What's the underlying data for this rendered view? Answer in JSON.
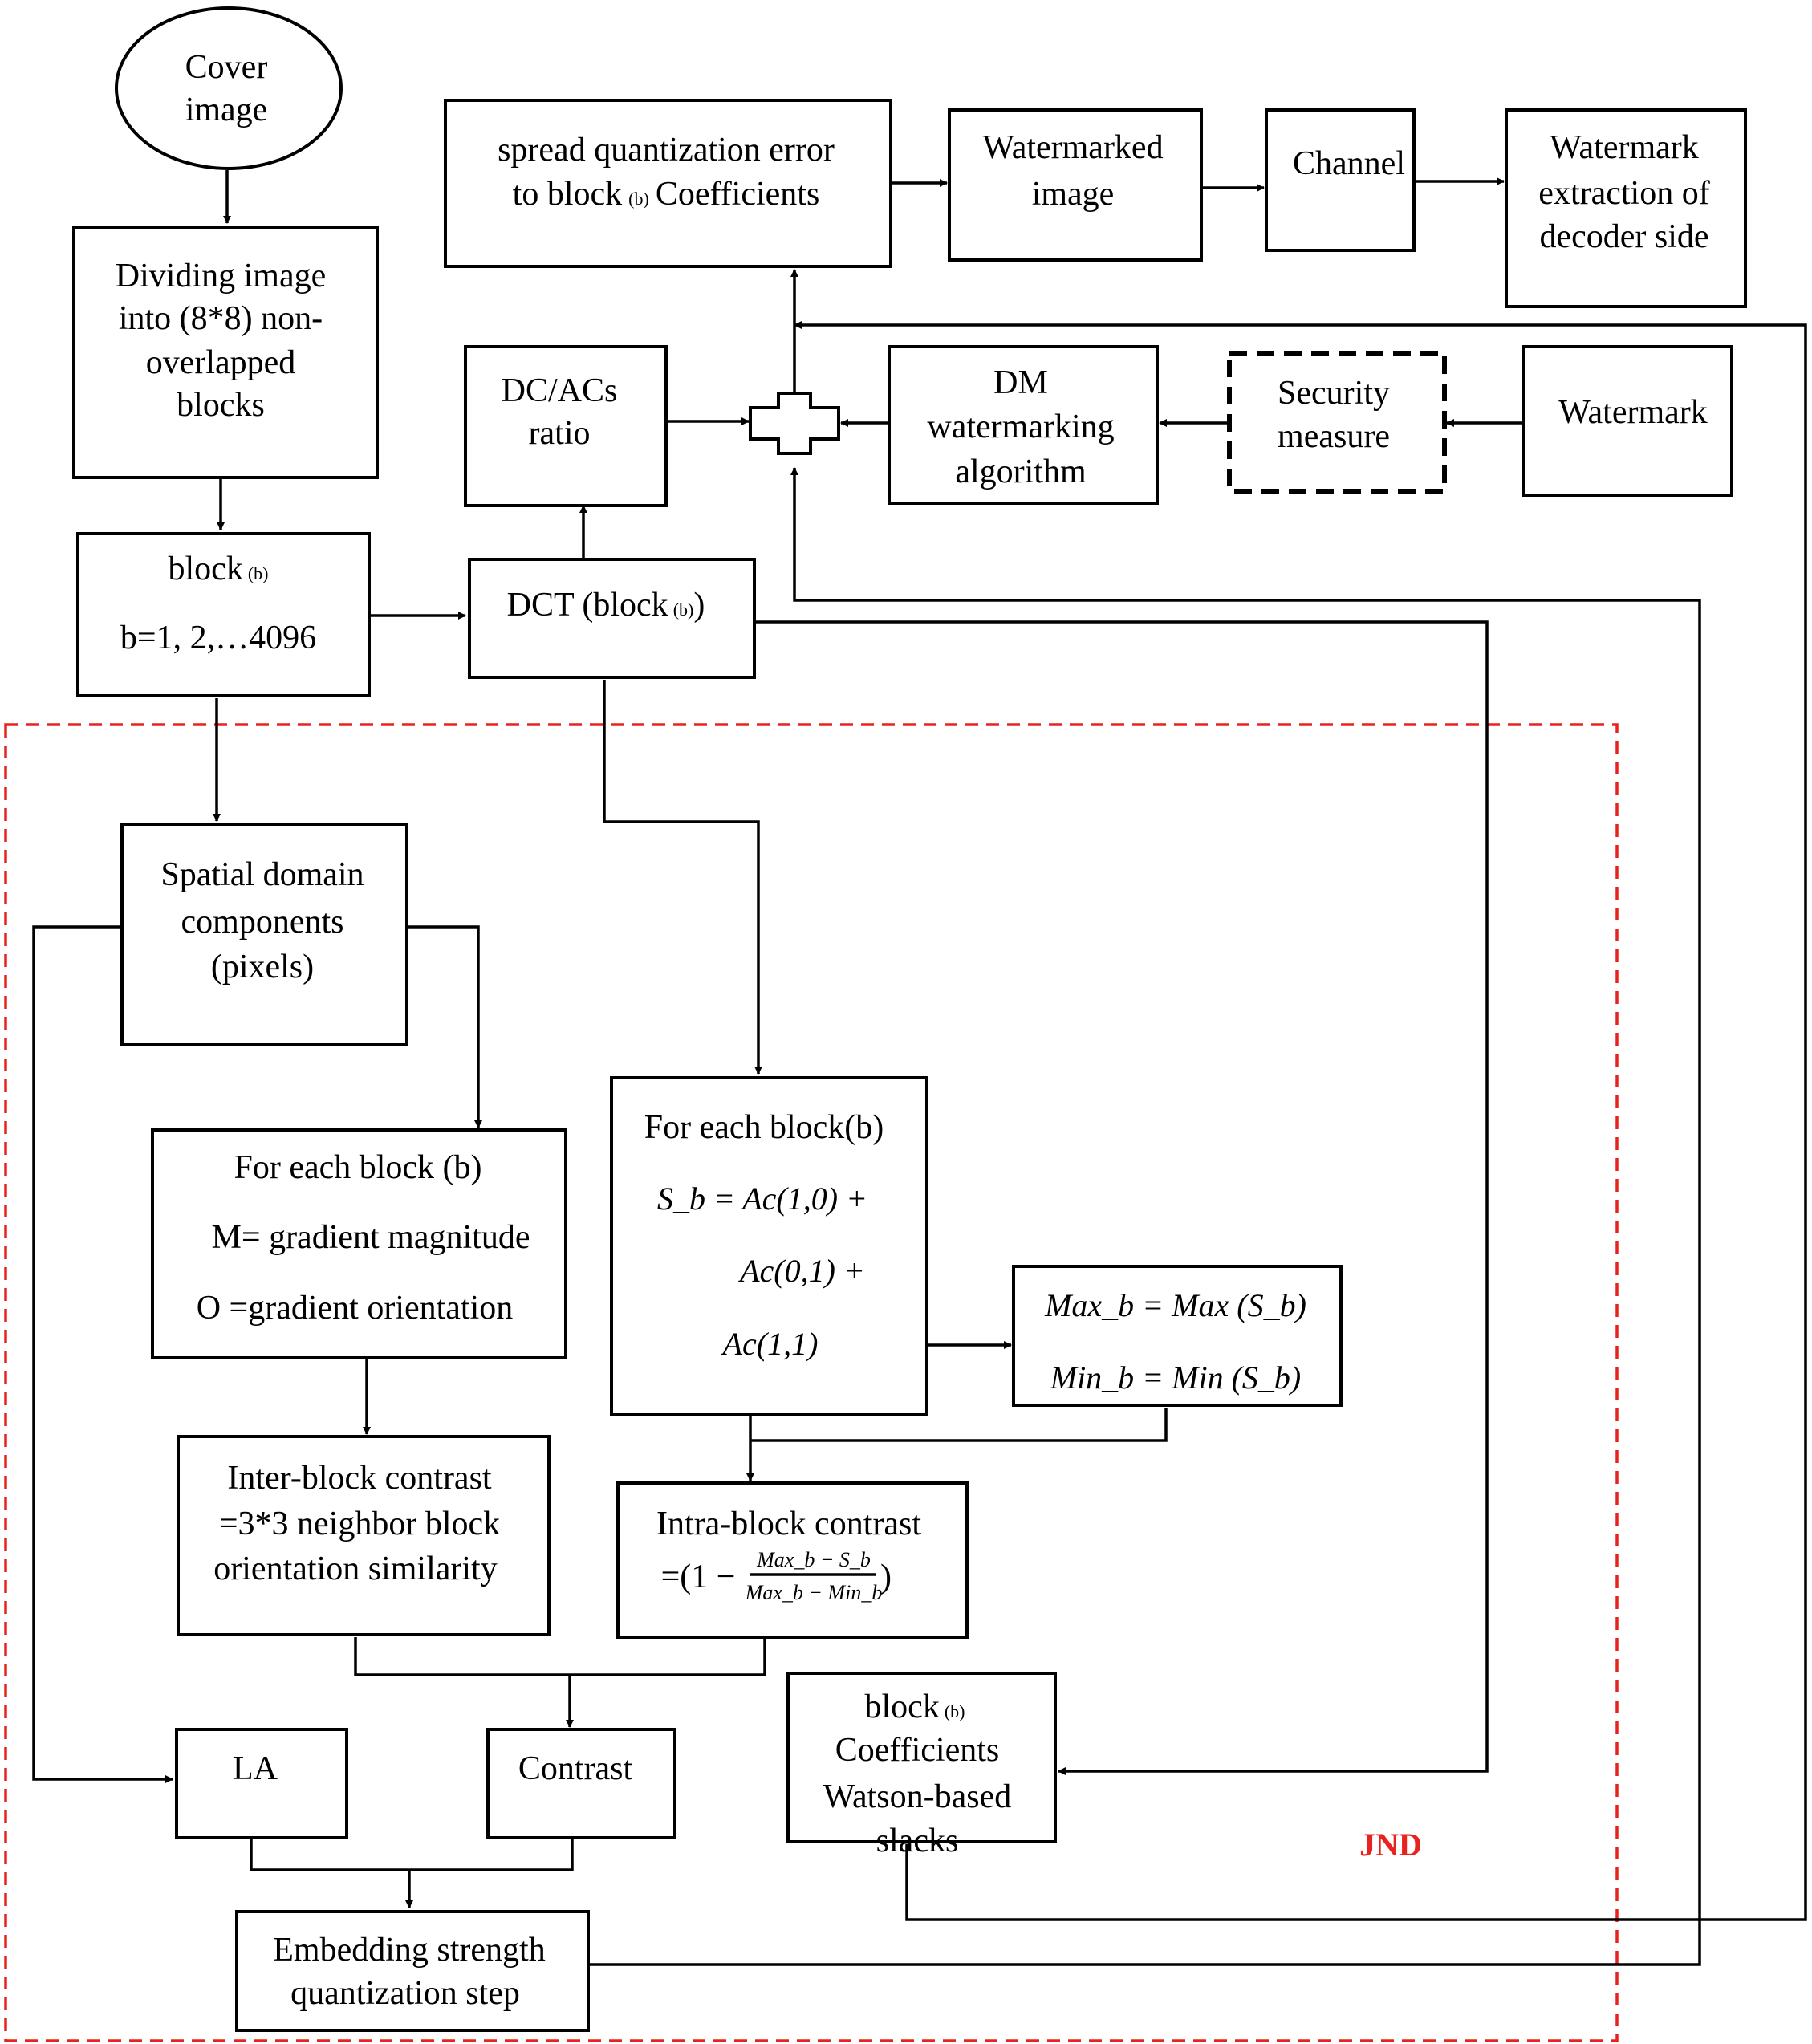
{
  "colors": {
    "stroke": "#000000",
    "jnd_boundary": "#e8231f",
    "background": "#ffffff"
  },
  "nodes": {
    "cover_image": {
      "line1": "Cover",
      "line2": "image"
    },
    "divide": {
      "line1": "Dividing image",
      "line2": "into (8*8) non-",
      "line3": "overlapped",
      "line4": "blocks"
    },
    "block": {
      "line1": "block",
      "line1_sub": "(b)",
      "line2": "b=1, 2,…4096"
    },
    "dct": {
      "label": "DCT (block",
      "sub": "(b)",
      "close": ")"
    },
    "dc_acs": {
      "line1": "DC/ACs",
      "line2": "ratio"
    },
    "spread": {
      "line1": "spread quantization error",
      "line2_pre": "to block",
      "line2_sub": "(b)",
      "line2_post": "Coefficients"
    },
    "watermarked": {
      "line1": "Watermarked",
      "line2": "image"
    },
    "channel": {
      "label": "Channel"
    },
    "extraction": {
      "line1": "Watermark",
      "line2": "extraction of",
      "line3": "decoder side"
    },
    "dm": {
      "line1": "DM",
      "line2": "watermarking",
      "line3": "algorithm"
    },
    "security": {
      "line1": "Security",
      "line2": "measure"
    },
    "watermark": {
      "label": "Watermark"
    },
    "spatial": {
      "line1": "Spatial domain",
      "line2": "components",
      "line3": "(pixels)"
    },
    "gradient": {
      "line1": "For each block (b)",
      "line2": "M= gradient magnitude",
      "line3": "O =gradient orientation"
    },
    "sb": {
      "line1": "For each block(b)",
      "line2": "S_b = Ac(1,0) +",
      "line3": "Ac(0,1) +",
      "line4": "Ac(1,1)"
    },
    "maxmin": {
      "line1": "Max_b = Max (S_b)",
      "line2": "Min_b = Min (S_b)"
    },
    "inter": {
      "line1": "Inter-block contrast",
      "line2": "=3*3 neighbor block",
      "line3": "orientation similarity"
    },
    "intra": {
      "line1": "Intra-block contrast",
      "line2_pre": "=(1 −",
      "numerator": "Max_b − S_b",
      "denominator": "Max_b − Min_b",
      "line2_post": ")"
    },
    "la": {
      "label": "LA"
    },
    "contrast": {
      "label": "Contrast"
    },
    "slacks": {
      "line1": "block",
      "line1_sub": "(b)",
      "line2": "Coefficients",
      "line3": "Watson-based",
      "line4": "slacks"
    },
    "embedding": {
      "line1": "Embedding strength",
      "line2": "quantization step"
    },
    "adder": {
      "symbol": "plus"
    }
  },
  "regions": {
    "jnd_label": "JND"
  }
}
